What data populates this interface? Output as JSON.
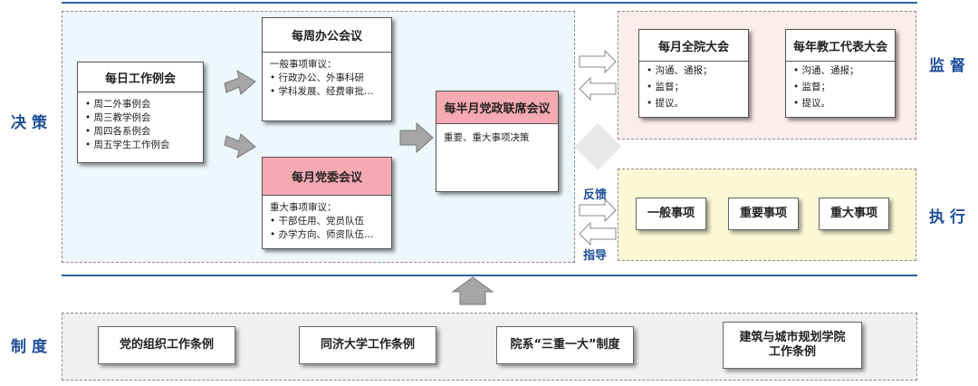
{
  "labels": {
    "decision": "决策",
    "supervision": "监督",
    "execution": "执行",
    "system": "制度",
    "feedback": "反馈",
    "guidance": "指导"
  },
  "daily": {
    "title": "每日工作例会",
    "items": [
      "周二外事例会",
      "周三教学例会",
      "周四各系例会",
      "周五学生工作例会"
    ]
  },
  "weekly": {
    "title": "每周办公会议",
    "heading": "一般事项审议：",
    "items": [
      "行政办公、外事科研",
      "学科发展、经费审批…"
    ]
  },
  "monthly_party": {
    "title": "每月党委会议",
    "heading": "重大事项审议：",
    "items": [
      "干部任用、党员队伍",
      "办学方向、师资队伍…"
    ]
  },
  "joint": {
    "title": "每半月党政联席会议",
    "body": "重要、重大事项决策"
  },
  "monthly_all": {
    "title": "每月全院大会",
    "items": [
      "沟通、通报；",
      "监督；",
      "提议。"
    ]
  },
  "annual_staff": {
    "title": "每年教工代表大会",
    "items": [
      "沟通、通报；",
      "监督；",
      "提议。"
    ]
  },
  "execution_items": [
    "一般事项",
    "重要事项",
    "重大事项"
  ],
  "system_items": [
    "党的组织工作条例",
    "同济大学工作条例",
    "院系“三重一大”制度",
    "建筑与城市规划学院\n工作条例"
  ],
  "colors": {
    "accent": "#1f4e9a",
    "pink": "#f5a9b0",
    "decision_bg": "#eef7fb",
    "supervision_bg": "#fcecec",
    "execution_bg": "#fbf8d6",
    "system_bg": "#f0f0f0"
  }
}
